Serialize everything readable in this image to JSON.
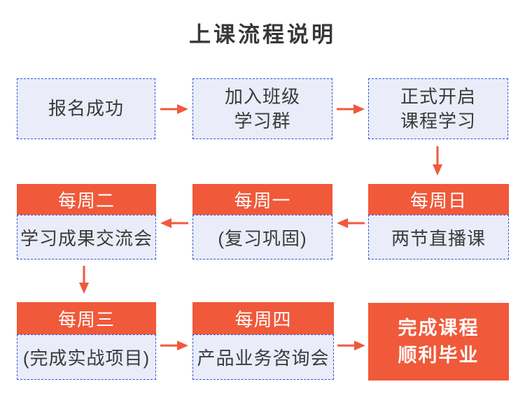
{
  "title": "上课流程说明",
  "colors": {
    "accent": "#F0593A",
    "box_fill": "#EAEDF9",
    "dashed_border": "#3351DC",
    "text": "#3A3A3A",
    "header_text": "#FFFFFF"
  },
  "steps": {
    "signup": {
      "label": "报名成功"
    },
    "join_group": {
      "label": "加入班级\n学习群"
    },
    "start_course": {
      "label": "正式开启\n课程学习"
    },
    "sunday": {
      "tag": "每周日",
      "label": "两节直播课"
    },
    "monday": {
      "tag": "每周一",
      "label": "(复习巩固)"
    },
    "tuesday": {
      "tag": "每周二",
      "label": "学习成果交流会"
    },
    "wednesday": {
      "tag": "每周三",
      "label": "(完成实战项目)"
    },
    "thursday": {
      "tag": "每周四",
      "label": "产品业务咨询会"
    },
    "graduate": {
      "label": "完成课程\n顺利毕业"
    }
  }
}
